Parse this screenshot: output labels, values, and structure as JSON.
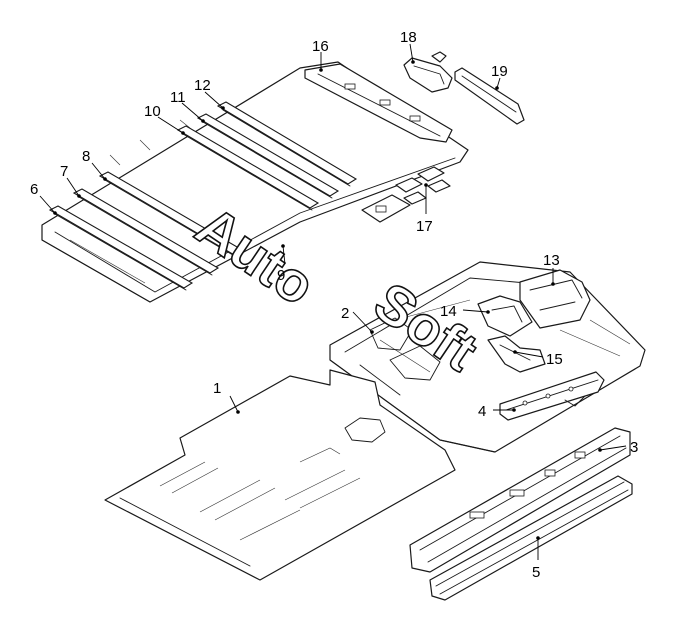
{
  "watermark": {
    "line1": "Auto",
    "line2": "Soft"
  },
  "callouts": [
    {
      "id": "c1",
      "label": "1"
    },
    {
      "id": "c2",
      "label": "2"
    },
    {
      "id": "c3",
      "label": "3"
    },
    {
      "id": "c4",
      "label": "4"
    },
    {
      "id": "c5",
      "label": "5"
    },
    {
      "id": "c6",
      "label": "6"
    },
    {
      "id": "c7",
      "label": "7"
    },
    {
      "id": "c8",
      "label": "8"
    },
    {
      "id": "c9",
      "label": "9"
    },
    {
      "id": "c10",
      "label": "10"
    },
    {
      "id": "c11",
      "label": "11"
    },
    {
      "id": "c12",
      "label": "12"
    },
    {
      "id": "c13",
      "label": "13"
    },
    {
      "id": "c14",
      "label": "14"
    },
    {
      "id": "c15",
      "label": "15"
    },
    {
      "id": "c16",
      "label": "16"
    },
    {
      "id": "c17",
      "label": "17"
    },
    {
      "id": "c18",
      "label": "18"
    },
    {
      "id": "c19",
      "label": "19"
    }
  ]
}
